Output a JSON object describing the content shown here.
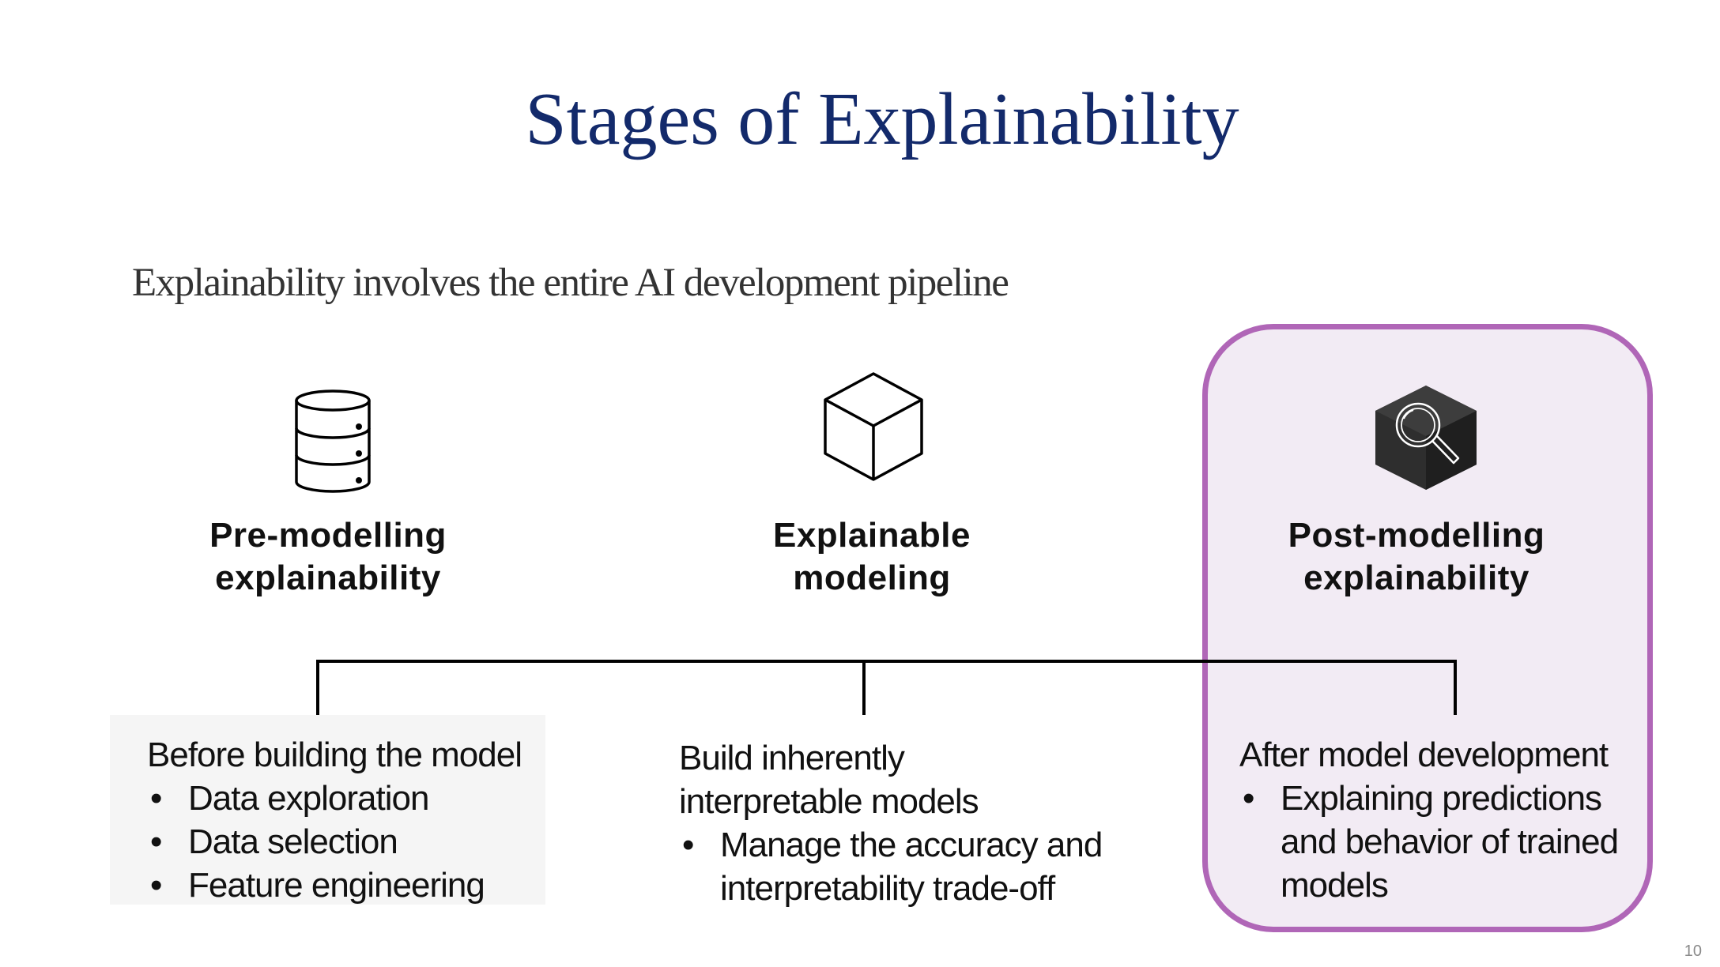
{
  "slide": {
    "title": "Stages of Explainability",
    "subtitle": "Explainability involves the entire AI development pipeline",
    "page_number": "10"
  },
  "stages": [
    {
      "icon": "database-icon",
      "label_line1": "Pre-modelling",
      "label_line2": "explainability",
      "intro": "Before building the model",
      "bullets": [
        "Data exploration",
        "Data selection",
        "Feature engineering"
      ]
    },
    {
      "icon": "cube-icon",
      "label_line1": "Explainable",
      "label_line2": "modeling",
      "intro_line1": "Build inherently",
      "intro_line2": "interpretable models",
      "bullet_line1": "Manage the accuracy and",
      "bullet_line2": "interpretability trade-off"
    },
    {
      "icon": "magnifier-cube-icon",
      "label_line1": "Post-modelling",
      "label_line2": "explainability",
      "intro": "After model development",
      "bullet_line1": "Explaining predictions",
      "bullet_line2": "and behavior of trained",
      "bullet_line3": "models"
    }
  ],
  "colors": {
    "title": "#132a6b",
    "highlight_border": "#b066b7",
    "highlight_fill": "#f2ebf4",
    "pre_box_fill": "#f5f5f5"
  }
}
